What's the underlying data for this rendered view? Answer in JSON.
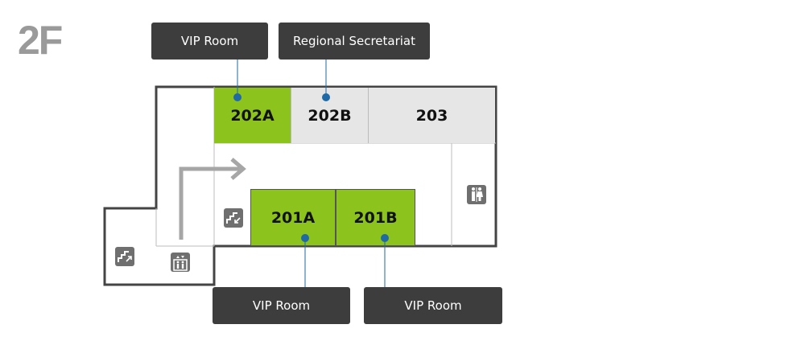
{
  "floor": {
    "label": "2F"
  },
  "rooms": {
    "r202a": "202A",
    "r202b": "202B",
    "r203": "203",
    "r201a": "201A",
    "r201b": "201B"
  },
  "callouts": {
    "c202a": "VIP Room",
    "c202b": "Regional Secretariat",
    "c201a": "VIP Room",
    "c201b": "VIP Room"
  },
  "colors": {
    "vip_room": "#8cc31c",
    "standard_room": "#e6e6e6",
    "callout_bg": "#3d3d3d",
    "leader_line": "#1f6aa6",
    "wall": "#444444",
    "route_arrow": "#a6a6a6"
  },
  "icons": [
    "stairs-up-icon",
    "stairs-down-icon",
    "elevator-icon",
    "restroom-icon",
    "route-arrow-icon"
  ]
}
